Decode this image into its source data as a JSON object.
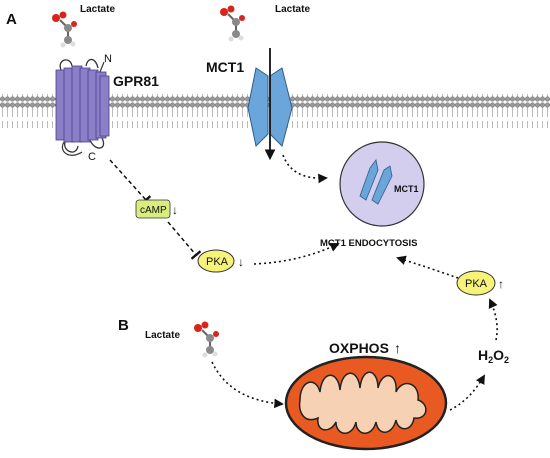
{
  "panels": {
    "a": "A",
    "b": "B"
  },
  "lactate_labels": [
    "Lactate",
    "Lactate",
    "Lactate"
  ],
  "receptor": {
    "name": "GPR81",
    "n_terminus": "N",
    "c_terminus": "C"
  },
  "transporter": {
    "name": "MCT1"
  },
  "signals": {
    "camp": "cAMP",
    "camp_arrow": "↓",
    "pka_low": "PKA",
    "pka_low_arrow": "↓",
    "pka_high": "PKA",
    "pka_high_arrow": "↑"
  },
  "vesicle": {
    "protein": "MCT1",
    "caption": "MCT1 ENDOCYTOSIS"
  },
  "mitochondria": {
    "label": "OXPHOS",
    "arrow": "↑"
  },
  "ros": {
    "h2o2_main": "H",
    "h2o2_sub": "2",
    "h2o2_o": "O",
    "h2o2_sub2": "2"
  },
  "colors": {
    "receptor": "#8b7fc7",
    "transporter": "#6aa6d9",
    "camp_box": "#d9ec7e",
    "pka_oval": "#f7f27a",
    "vesicle": "#d3cdee",
    "mito_outer": "#e85a22",
    "mito_inner": "#f6d1b4",
    "membrane_head": "#9a9a9a"
  }
}
